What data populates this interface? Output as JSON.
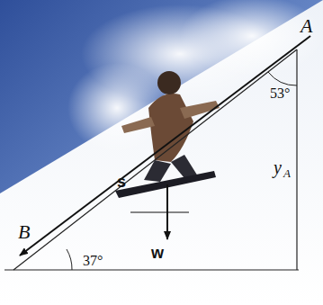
{
  "diagram": {
    "labels": [
      "A",
      "53°",
      "y",
      "A",
      "s",
      "w",
      "B",
      "37°"
    ]
  }
}
